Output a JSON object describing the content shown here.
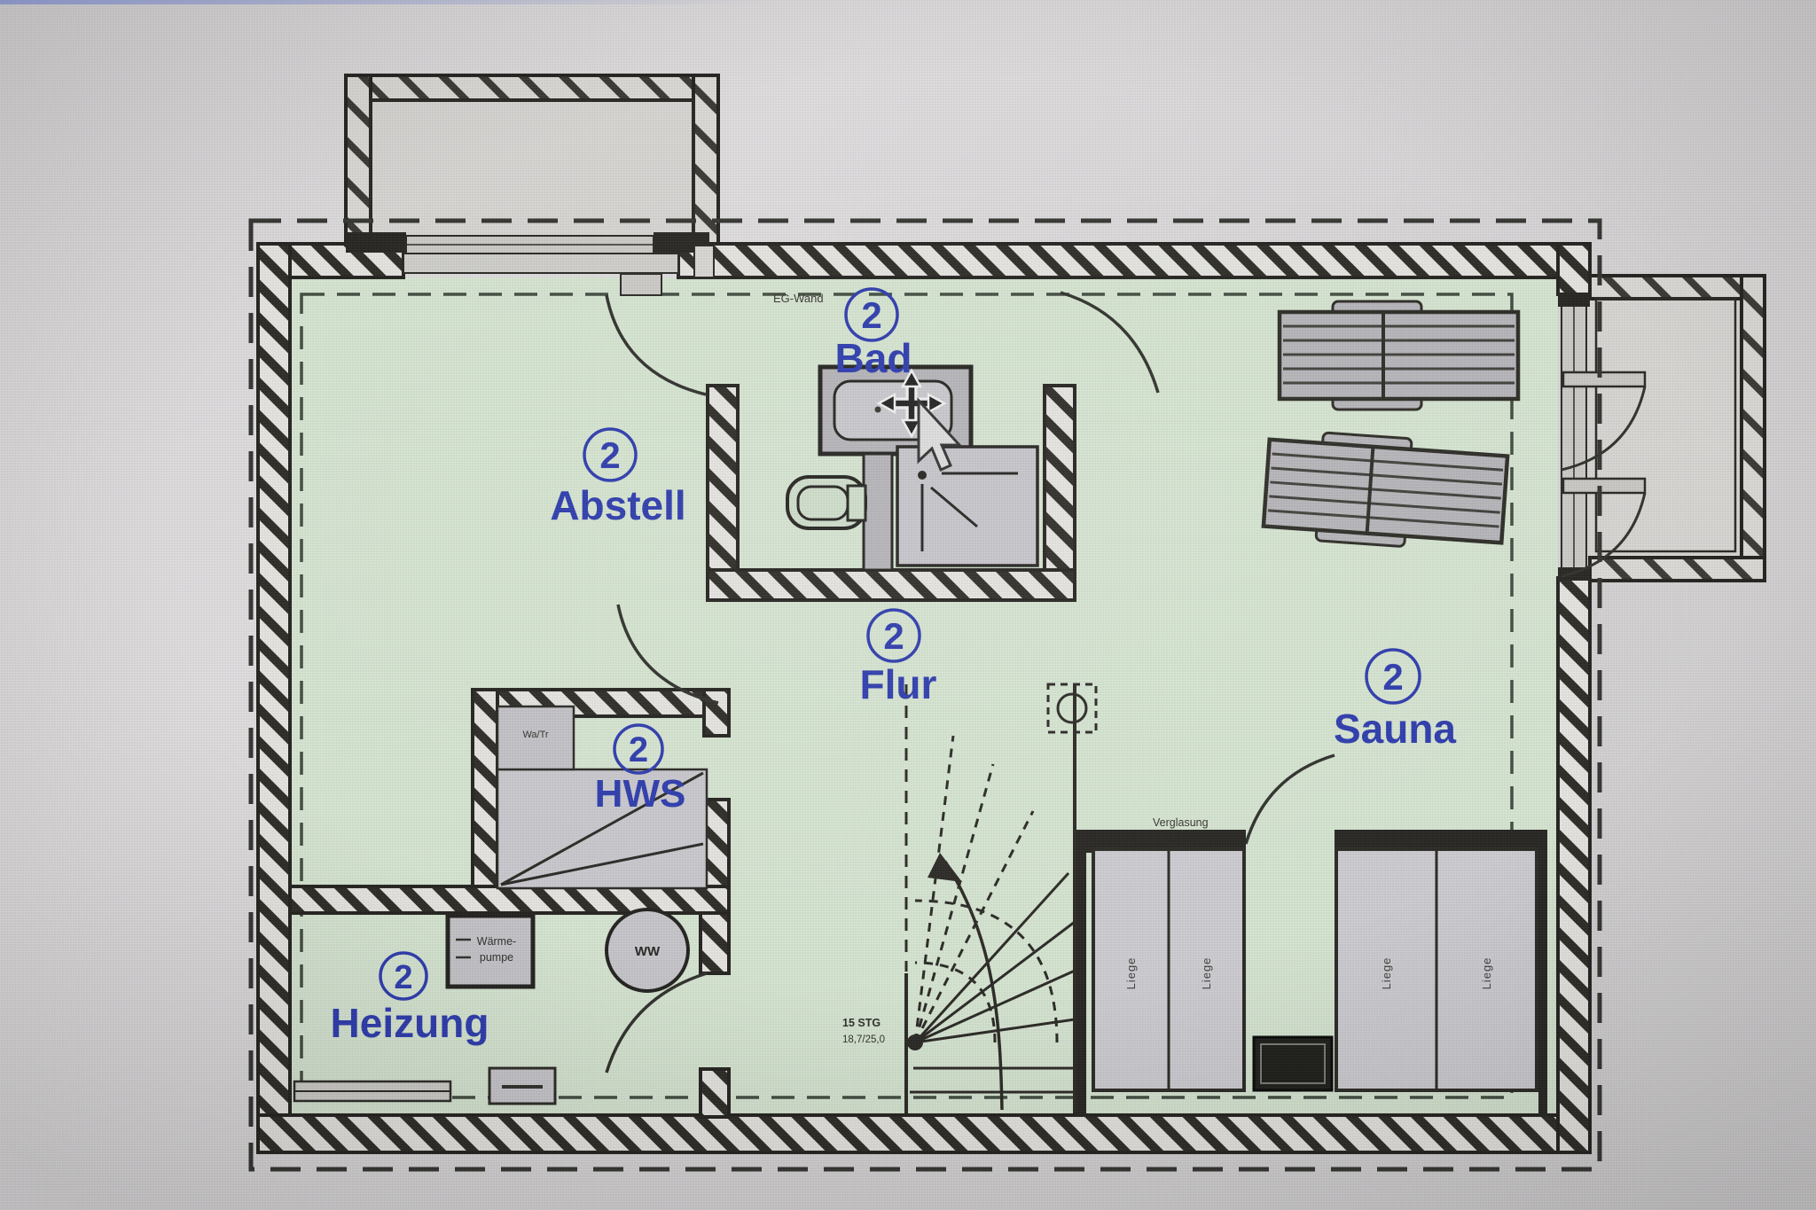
{
  "floor_plan": {
    "rooms": [
      {
        "number": "2",
        "label": "Bad"
      },
      {
        "number": "2",
        "label": "Abstell"
      },
      {
        "number": "2",
        "label": "Flur"
      },
      {
        "number": "2",
        "label": "Sauna"
      },
      {
        "number": "2",
        "label": "HWS"
      },
      {
        "number": "2",
        "label": "Heizung"
      }
    ],
    "annotations": {
      "eg_wall": "EG-Wand",
      "glazing": "Verglasung",
      "stairs_line1": "15 STG",
      "stairs_line2": "18,7/25,0",
      "heat_pump_line1": "Wärme-",
      "heat_pump_line2": "pumpe",
      "hot_water": "WW",
      "washer_dryer": "Wa/Tr",
      "benches": [
        "Liege",
        "Liege",
        "Liege",
        "Liege"
      ]
    },
    "colors": {
      "label_blue": "#2736ac",
      "floor_green": "#d6e5d1",
      "wall_dark": "#201f1b",
      "furniture_gray": "#b7b6ba",
      "paper_gray": "#d8d6d7"
    },
    "cursor": "move-cursor"
  }
}
